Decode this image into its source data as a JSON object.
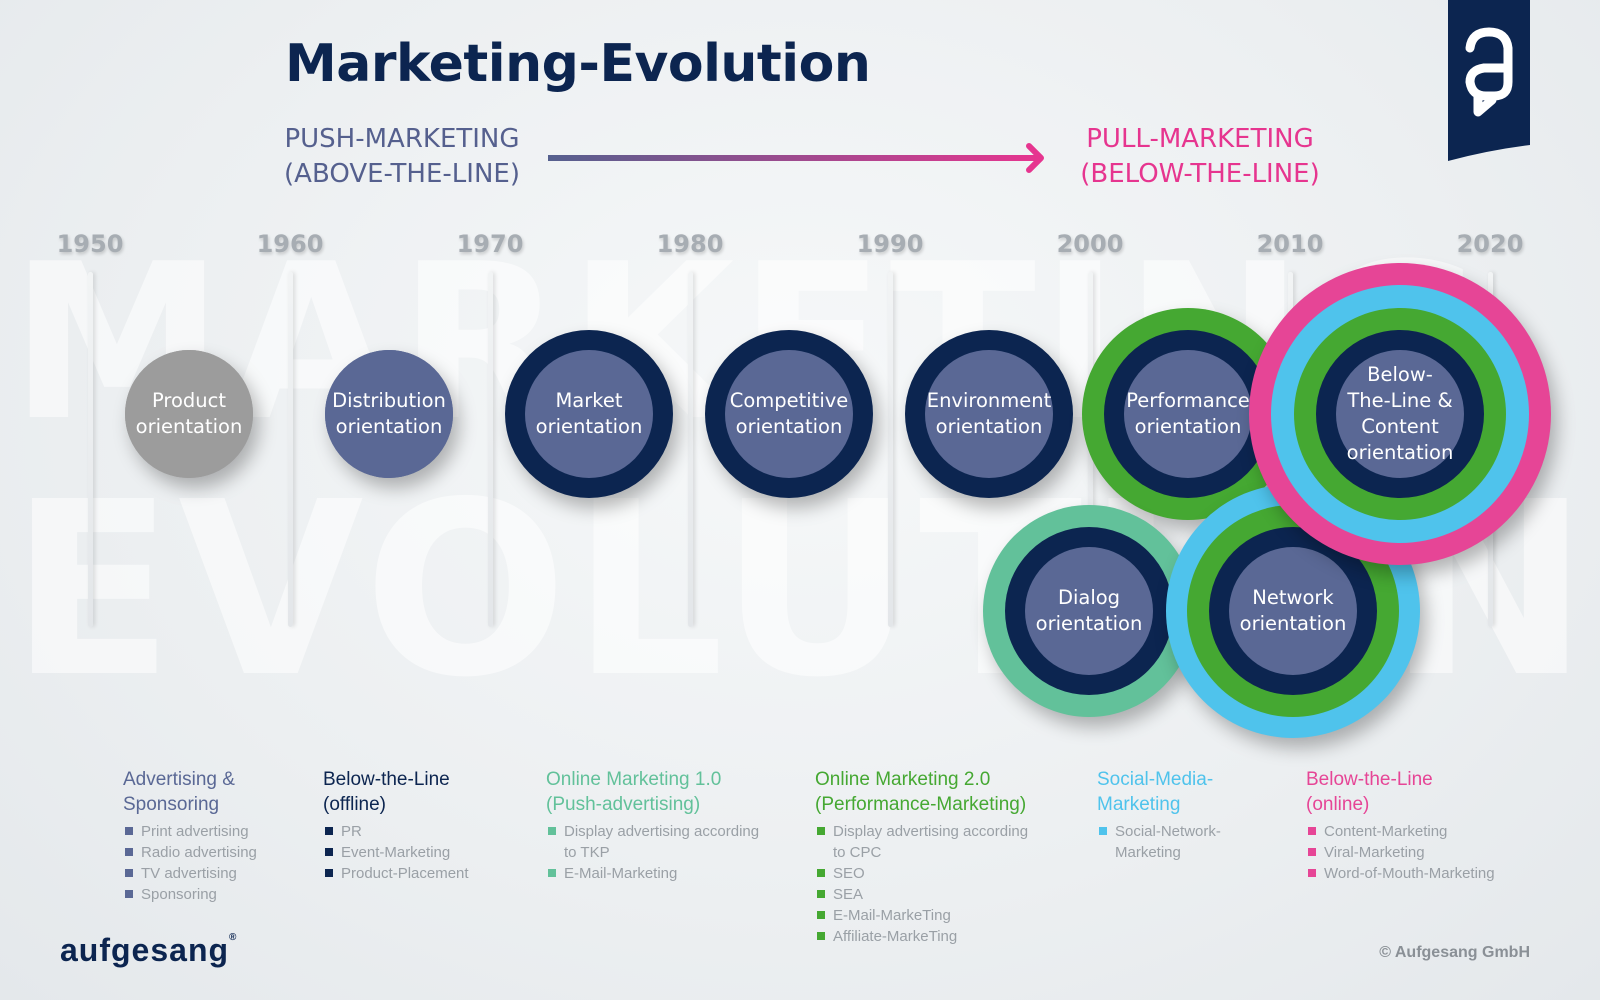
{
  "title": "Marketing-Evolution",
  "watermark": {
    "line1": "MARKETING",
    "line2": "EVOLUTION"
  },
  "push": {
    "line1": "PUSH-MARKETING",
    "line2": "(ABOVE-THE-LINE)"
  },
  "pull": {
    "line1": "PULL-MARKETING",
    "line2": "(BELOW-THE-LINE)"
  },
  "colors": {
    "navy": "#0c2550",
    "slate": "#5a6895",
    "gray": "#9c9c9c",
    "green": "#45a832",
    "mint": "#62c19a",
    "cyan": "#4fc3ec",
    "pink": "#e64596",
    "push_text": "#55608e",
    "pull_text": "#e6358f"
  },
  "years": [
    "1950",
    "1960",
    "1970",
    "1980",
    "1990",
    "2000",
    "2010",
    "2020"
  ],
  "stages": [
    {
      "label": "Product\norientation"
    },
    {
      "label": "Distribution\norientation"
    },
    {
      "label": "Market\norientation"
    },
    {
      "label": "Competitive\norientation"
    },
    {
      "label": "Environment\norientation"
    },
    {
      "label": "Performance\norientation"
    },
    {
      "label": "Dialog\norientation"
    },
    {
      "label": "Network\norientation"
    },
    {
      "label": "Below-\nThe-Line &\nContent\norientation"
    }
  ],
  "categories": [
    {
      "title": "Advertising &\nSponsoring",
      "color": "#5a6895",
      "items": [
        "Print advertising",
        "Radio advertising",
        "TV advertising",
        "Sponsoring"
      ]
    },
    {
      "title": "Below-the-Line\n(offline)",
      "color": "#0c2550",
      "items": [
        "PR",
        "Event-Marketing",
        "Product-Placement"
      ]
    },
    {
      "title": "Online Marketing 1.0\n(Push-advertising)",
      "color": "#62c19a",
      "items": [
        "Display advertising according\nto TKP",
        "E-Mail-Marketing"
      ]
    },
    {
      "title": "Online Marketing 2.0\n(Performance-Marketing)",
      "color": "#45a832",
      "items": [
        "Display advertising according\nto CPC",
        "SEO",
        "SEA",
        "E-Mail-MarkeTing",
        "Affiliate-MarkeTing"
      ]
    },
    {
      "title": "Social-Media-\nMarketing",
      "color": "#4fc3ec",
      "items": [
        "Social-Network-\nMarketing"
      ]
    },
    {
      "title": "Below-the-Line\n(online)",
      "color": "#e64596",
      "items": [
        "Content-Marketing",
        "Viral-Marketing",
        "Word-of-Mouth-Marketing"
      ]
    }
  ],
  "brand": "aufgesang",
  "copyright": "© Aufgesang GmbH"
}
